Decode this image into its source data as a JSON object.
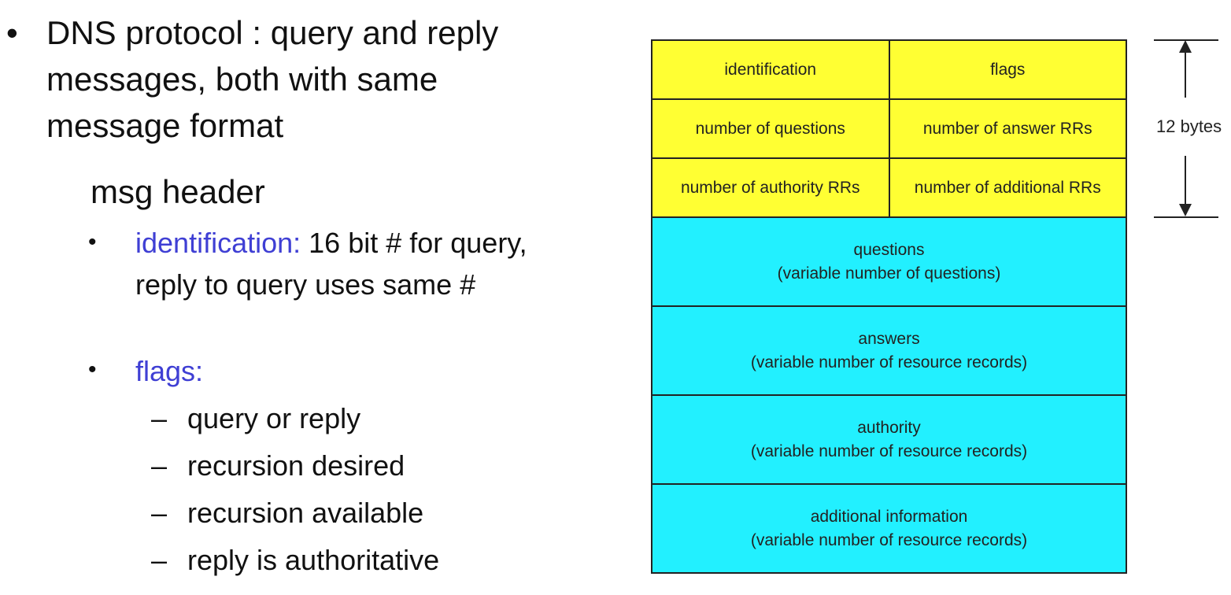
{
  "slide": {
    "bullet_symbol": "•",
    "main_text": "DNS protocol : query and reply messages, both with same message format",
    "subhead": "msg header",
    "sub_bullet_symbol": "•",
    "items": [
      {
        "term": "identification:",
        "text": " 16 bit # for query, reply to query uses same #"
      },
      {
        "term": "flags:",
        "text": ""
      }
    ],
    "dash_symbol": "–",
    "flags_list": [
      "query or reply",
      "recursion desired",
      "recursion available",
      "reply is authoritative"
    ]
  },
  "diagram": {
    "header_rows": [
      [
        "identification",
        "flags"
      ],
      [
        "number of questions",
        "number of answer RRs"
      ],
      [
        "number of authority RRs",
        "number of additional RRs"
      ]
    ],
    "sections": [
      {
        "name": "questions",
        "desc": "(variable number of questions)"
      },
      {
        "name": "answers",
        "desc": "(variable number of resource records)"
      },
      {
        "name": "authority",
        "desc": "(variable number of resource  records)"
      },
      {
        "name": "additional information",
        "desc": "(variable number of resource records)"
      }
    ],
    "size_label": "12 bytes",
    "colors": {
      "header": "#ffff33",
      "sections": "#22f0ff",
      "term": "#3f3fd4"
    }
  }
}
